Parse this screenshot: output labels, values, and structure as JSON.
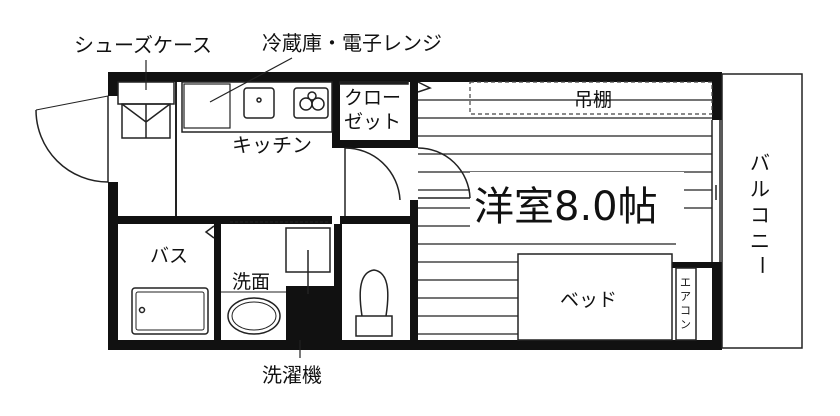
{
  "labels": {
    "shoe_case": "シューズケース",
    "fridge_microwave": "冷蔵庫・電子レンジ",
    "kitchen": "キッチン",
    "closet_line1": "クロー",
    "closet_line2": "ゼット",
    "hanging_shelf": "吊棚",
    "room": "洋室8.0帖",
    "balcony": [
      "バ",
      "ル",
      "コ",
      "ニ",
      "ー"
    ],
    "bath": "バス",
    "washroom": "洗面",
    "bed": "ベッド",
    "aircon": [
      "エ",
      "ア",
      "コ",
      "ン"
    ],
    "washing_machine": "洗濯機"
  },
  "colors": {
    "wall": "#111111",
    "line": "#222222",
    "background": "#ffffff"
  }
}
